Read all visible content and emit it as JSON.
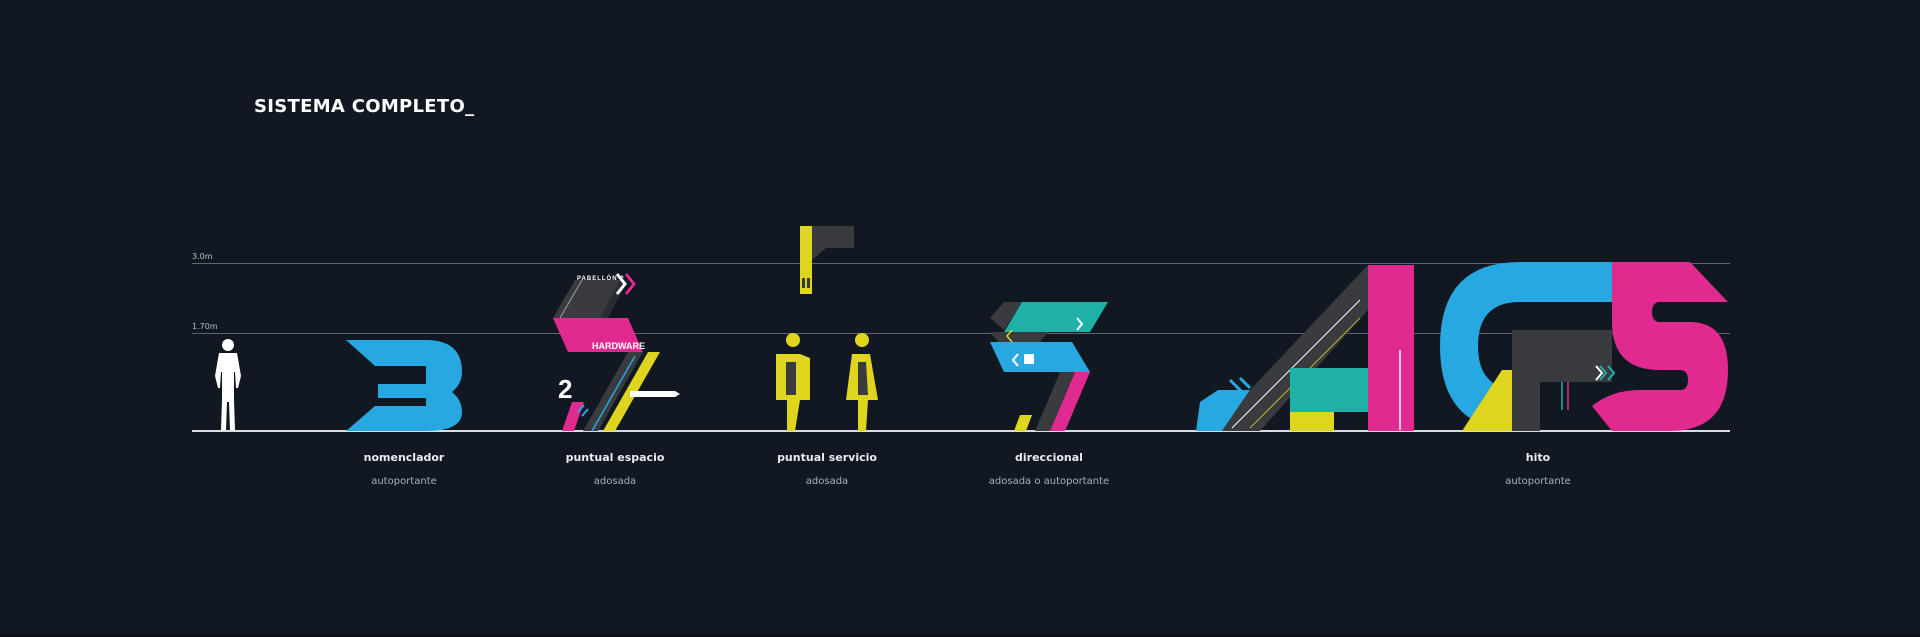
{
  "title": "SISTEMA COMPLETO_",
  "heights": {
    "h3": "3.0m",
    "h170": "1.70m"
  },
  "items": [
    {
      "name": "nomenclador",
      "type": "autoportante"
    },
    {
      "name": "puntual espacio",
      "type": "adosada"
    },
    {
      "name": "puntual servicio",
      "type": "adosada"
    },
    {
      "name": "direccional",
      "type": "adosada o autoportante"
    },
    {
      "name": "hito",
      "type": "autoportante"
    }
  ],
  "signs": {
    "pabellon": "PABELLÓN 2",
    "hardware": "HARDWARE",
    "number": "2"
  },
  "colors": {
    "background": "#111821",
    "cyan": "#27a8e0",
    "magenta": "#e02a8f",
    "yellow": "#dfd51f",
    "teal": "#1fb0a8",
    "dark": "#3a3b3e"
  }
}
